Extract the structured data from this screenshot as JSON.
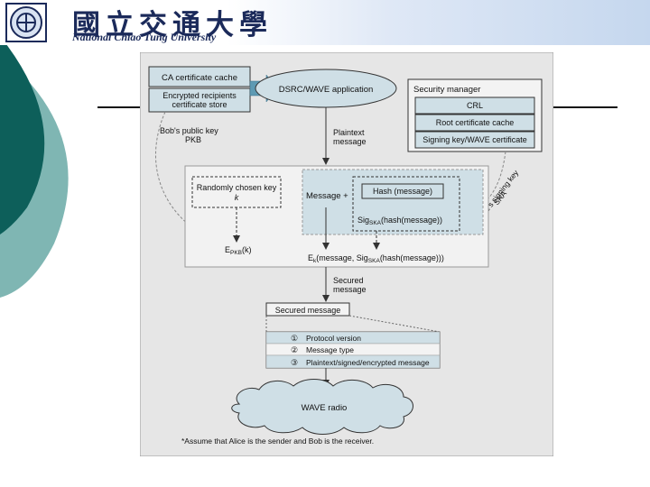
{
  "header": {
    "university_cn": "國立交通大學",
    "university_en": "National Chiao Tung University"
  },
  "diagram": {
    "ca_cache": "CA certificate cache",
    "enc_store_1": "Encrypted recipients",
    "enc_store_2": "certificate store",
    "application": "DSRC/WAVE application",
    "sec_mgr_title": "Security manager",
    "crl": "CRL",
    "root_cache": "Root certificate cache",
    "signing_cert": "Signing key/WAVE certificate",
    "bob_key_1": "Bob's public key",
    "bob_key_2": "PKB",
    "plaintext_1": "Plaintext",
    "plaintext_2": "message",
    "alice_key_1": "Alice's signing key",
    "alice_key_2": "SKA",
    "random_key_1": "Randomly chosen key",
    "random_key_2": "k",
    "message_plus": "Message +",
    "hash_msg": "Hash (message)",
    "sig": "Sig",
    "sig_sub": "SKA",
    "sig_rest": "(hash(message))",
    "epkb": "E",
    "epkb_sub": "PKB",
    "epkb_rest": "(k)",
    "ek": "E",
    "ek_sub": "k",
    "ek_mid": "(message, Sig",
    "ek_sub2": "SKA",
    "ek_rest": "(hash(message)))",
    "secured_1": "Secured",
    "secured_2": "message",
    "secured_box": "Secured message",
    "field_1_num": "①",
    "field_1": "Protocol version",
    "field_2_num": "②",
    "field_2": "Message type",
    "field_3_num": "③",
    "field_3": "Plaintext/signed/encrypted message",
    "radio": "WAVE radio",
    "footnote": "*Assume that Alice is the sender and Bob is the receiver."
  },
  "colors": {
    "teal_dark": "#0d5f5a",
    "teal_light": "#2e8a86",
    "box_fill": "#cfdfe6",
    "figure_bg": "#e6e6e6",
    "navy": "#1b2a5a"
  }
}
